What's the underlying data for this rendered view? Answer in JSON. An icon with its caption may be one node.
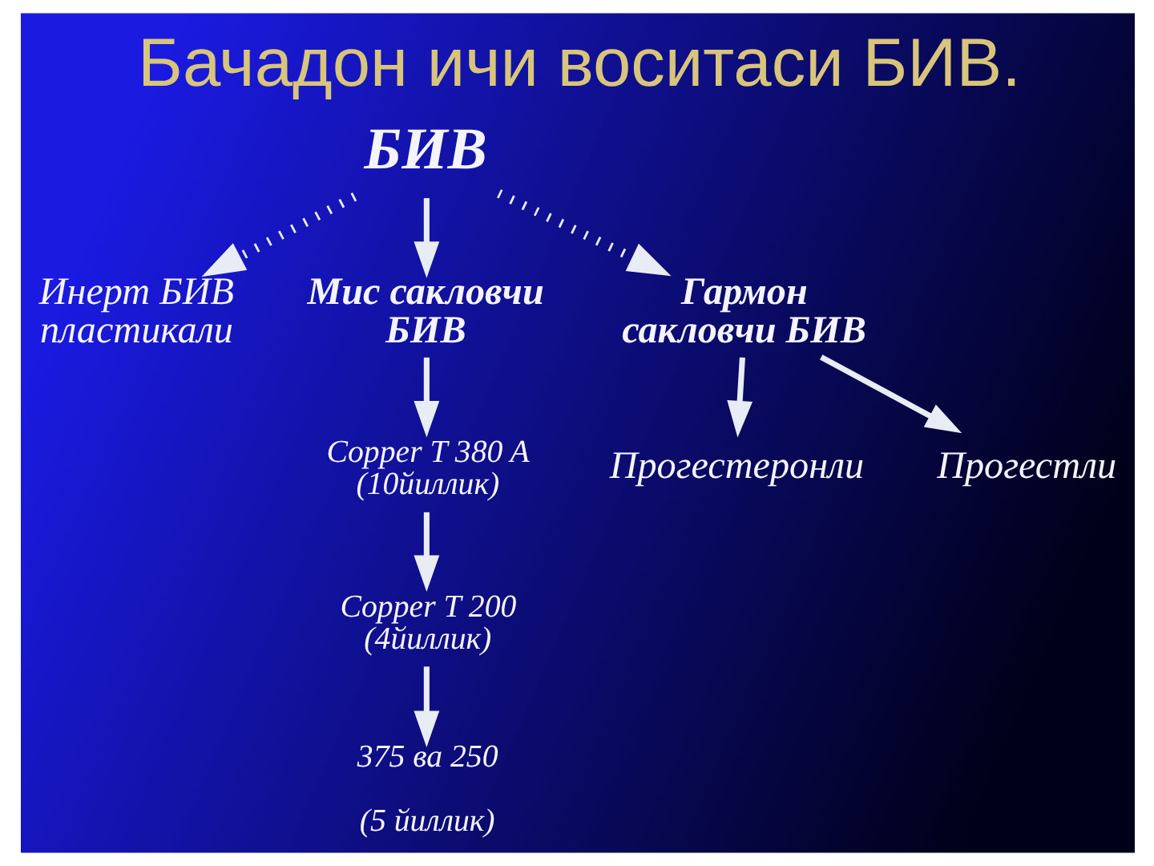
{
  "diagram": {
    "title": "Бачадон ичи воситаси БИВ.",
    "nodes": [
      {
        "text": [
          "БИВ"
        ]
      },
      {
        "text": [
          "Инерт БИВ пластикали"
        ]
      },
      {
        "text": [
          "Мис сакловчи БИВ"
        ]
      },
      {
        "text": [
          "Гармон сакловчи БИВ"
        ]
      },
      {
        "text": [
          "Copper T 380 A (10йиллик)"
        ]
      },
      {
        "text": [
          "Copper T 200 (4йиллик)"
        ]
      },
      {
        "text": [
          "375 ва 250",
          "(5 йиллик)"
        ]
      },
      {
        "text": [
          "Прогестеронли"
        ]
      },
      {
        "text": [
          "Прогестли"
        ]
      }
    ],
    "edges": [
      {
        "from": 0,
        "to": 1,
        "arrow": "to",
        "style": "dashed"
      },
      {
        "from": 0,
        "to": 2,
        "arrow": "to"
      },
      {
        "from": 0,
        "to": 3,
        "arrow": "to",
        "style": "dashed"
      },
      {
        "from": 2,
        "to": 4,
        "arrow": "to"
      },
      {
        "from": 4,
        "to": 5,
        "arrow": "to"
      },
      {
        "from": 5,
        "to": 6,
        "arrow": "to"
      },
      {
        "from": 3,
        "to": 7,
        "arrow": "to"
      },
      {
        "from": 3,
        "to": 8,
        "arrow": "to"
      }
    ]
  }
}
